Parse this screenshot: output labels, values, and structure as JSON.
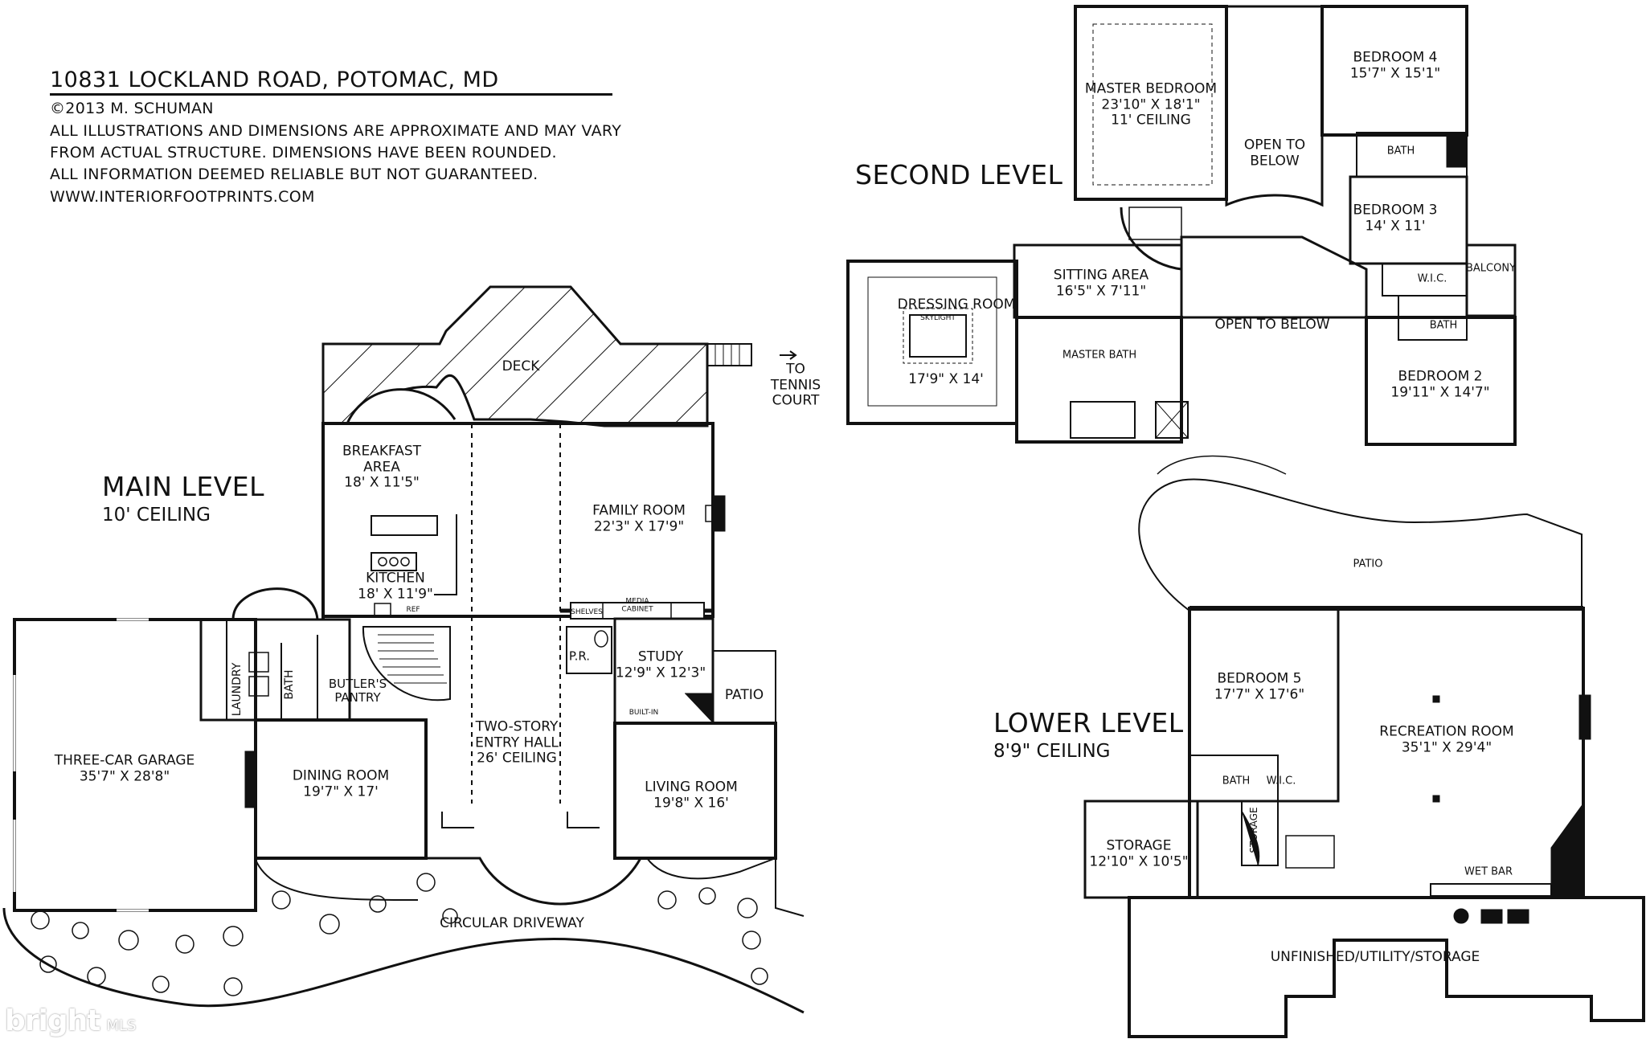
{
  "header": {
    "address": "10831 LOCKLAND ROAD, POTOMAC, MD",
    "copyright": "©2013 M. SCHUMAN",
    "disclaimer_1": "ALL ILLUSTRATIONS AND DIMENSIONS ARE APPROXIMATE AND MAY VARY",
    "disclaimer_2": "FROM ACTUAL STRUCTURE. DIMENSIONS HAVE BEEN ROUNDED.",
    "disclaimer_3": "ALL INFORMATION DEEMED RELIABLE BUT NOT GUARANTEED.",
    "website": "WWW.INTERIORFOOTPRINTS.COM"
  },
  "levels": {
    "main": {
      "title": "MAIN LEVEL",
      "ceiling": "10' CEILING"
    },
    "second": {
      "title": "SECOND LEVEL"
    },
    "lower": {
      "title": "LOWER LEVEL",
      "ceiling": "8'9\" CEILING"
    }
  },
  "main_rooms": {
    "deck": {
      "name": "DECK"
    },
    "tennis": {
      "name": "TO",
      "line2": "TENNIS",
      "line3": "COURT"
    },
    "breakfast": {
      "name": "BREAKFAST",
      "line2": "AREA",
      "dims": "18' X 11'5\""
    },
    "kitchen": {
      "name": "KITCHEN",
      "dims": "18' X 11'9\""
    },
    "family": {
      "name": "FAMILY ROOM",
      "dims": "22'3\" X 17'9\""
    },
    "study": {
      "name": "STUDY",
      "dims": "12'9\" X 12'3\""
    },
    "patio_small": {
      "name": "PATIO"
    },
    "pr": {
      "name": "P.R."
    },
    "garage": {
      "name": "THREE-CAR GARAGE",
      "dims": "35'7\" X 28'8\""
    },
    "dining": {
      "name": "DINING ROOM",
      "dims": "19'7\" X 17'"
    },
    "entry": {
      "name": "TWO-STORY",
      "line2": "ENTRY HALL",
      "line3": "26' CEILING"
    },
    "living": {
      "name": "LIVING ROOM",
      "dims": "19'8\" X 16'"
    },
    "laundry": {
      "name": "LAUNDRY"
    },
    "bath_main": {
      "name": "BATH"
    },
    "butler": {
      "name": "BUTLER'S",
      "line2": "PANTRY"
    },
    "driveway": {
      "name": "CIRCULAR DRIVEWAY"
    },
    "media": {
      "name": "MEDIA",
      "line2": "CABINET"
    },
    "shelves": {
      "name": "SHELVES"
    },
    "built_in": {
      "name": "BUILT-IN"
    },
    "ref": {
      "name": "REF"
    }
  },
  "second_rooms": {
    "master_bed": {
      "name": "MASTER BEDROOM",
      "dims": "23'10\" X 18'1\"",
      "extra": "11' CEILING"
    },
    "open_below_top": {
      "name": "OPEN TO",
      "line2": "BELOW"
    },
    "bedroom4": {
      "name": "BEDROOM 4",
      "dims": "15'7\" X 15'1\""
    },
    "bath_b4": {
      "name": "BATH"
    },
    "bedroom3": {
      "name": "BEDROOM 3",
      "dims": "14' X 11'"
    },
    "wic": {
      "name": "W.I.C."
    },
    "balcony": {
      "name": "BALCONY"
    },
    "bath_b2": {
      "name": "BATH"
    },
    "bedroom2": {
      "name": "BEDROOM 2",
      "dims": "19'11\" X 14'7\""
    },
    "sitting": {
      "name": "SITTING AREA",
      "dims": "16'5\" X 7'11\""
    },
    "dressing": {
      "name": "DRESSING ROOM",
      "dims": "17'9\" X 14'"
    },
    "skylight": {
      "name": "SKYLIGHT"
    },
    "master_bath": {
      "name": "MASTER BATH"
    },
    "open_below_mid": {
      "name": "OPEN TO BELOW"
    }
  },
  "lower_rooms": {
    "patio": {
      "name": "PATIO"
    },
    "bedroom5": {
      "name": "BEDROOM 5",
      "dims": "17'7\" X 17'6\""
    },
    "recreation": {
      "name": "RECREATION ROOM",
      "dims": "35'1\" X 29'4\""
    },
    "bath": {
      "name": "BATH"
    },
    "wic": {
      "name": "W.I.C."
    },
    "storage": {
      "name": "STORAGE",
      "dims": "12'10\" X 10'5\""
    },
    "storage_closet": {
      "name": "STORAGE"
    },
    "wet_bar": {
      "name": "WET BAR"
    },
    "utility": {
      "name": "UNFINISHED/UTILITY/STORAGE"
    }
  },
  "logo": {
    "word": "bright",
    "suffix": "MLS"
  },
  "colors": {
    "ink": "#111111",
    "background": "#ffffff"
  }
}
